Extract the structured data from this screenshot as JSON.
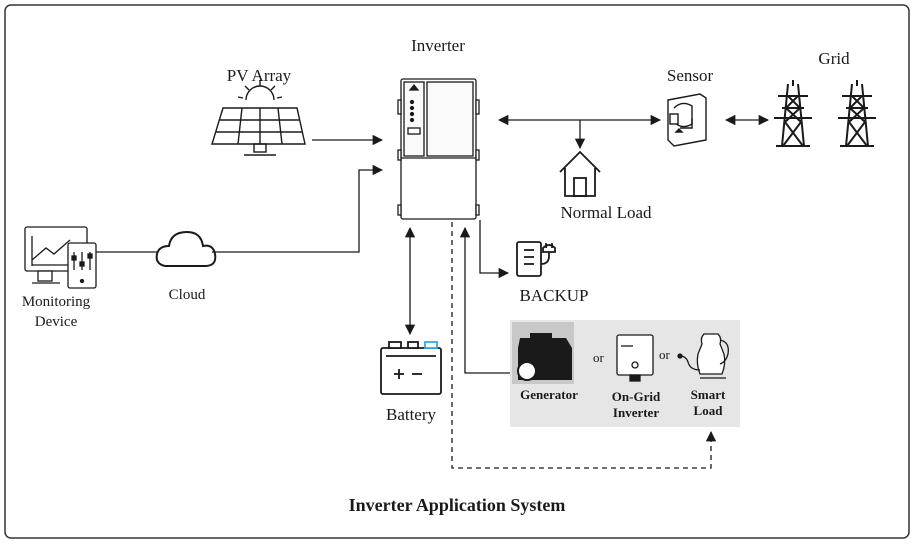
{
  "labels": {
    "inverter": "Inverter",
    "pv_array": "PV Array",
    "sensor": "Sensor",
    "grid": "Grid",
    "normal_load": "Normal Load",
    "monitoring_device_line1": "Monitoring",
    "monitoring_device_line2": "Device",
    "cloud": "Cloud",
    "backup": "BACKUP",
    "battery": "Battery",
    "generator": "Generator",
    "or_1": "or",
    "or_2": "or",
    "on_grid_inverter_line1": "On-Grid",
    "on_grid_inverter_line2": "Inverter",
    "smart_load_line1": "Smart",
    "smart_load_line2": "Load",
    "title": "Inverter Application System"
  },
  "colors": {
    "stroke": "#1a1a1a",
    "panel_bg": "#e6e6e6",
    "battery_accent": "#3aa7d6",
    "frame": "#333333"
  },
  "icons": [
    "solar-panel-icon",
    "inverter-icon",
    "current-sensor-icon",
    "transmission-tower-icon",
    "house-icon",
    "monitor-icon",
    "cloud-icon",
    "socket-plug-icon",
    "battery-icon",
    "generator-icon",
    "on-grid-inverter-icon",
    "kettle-icon"
  ]
}
